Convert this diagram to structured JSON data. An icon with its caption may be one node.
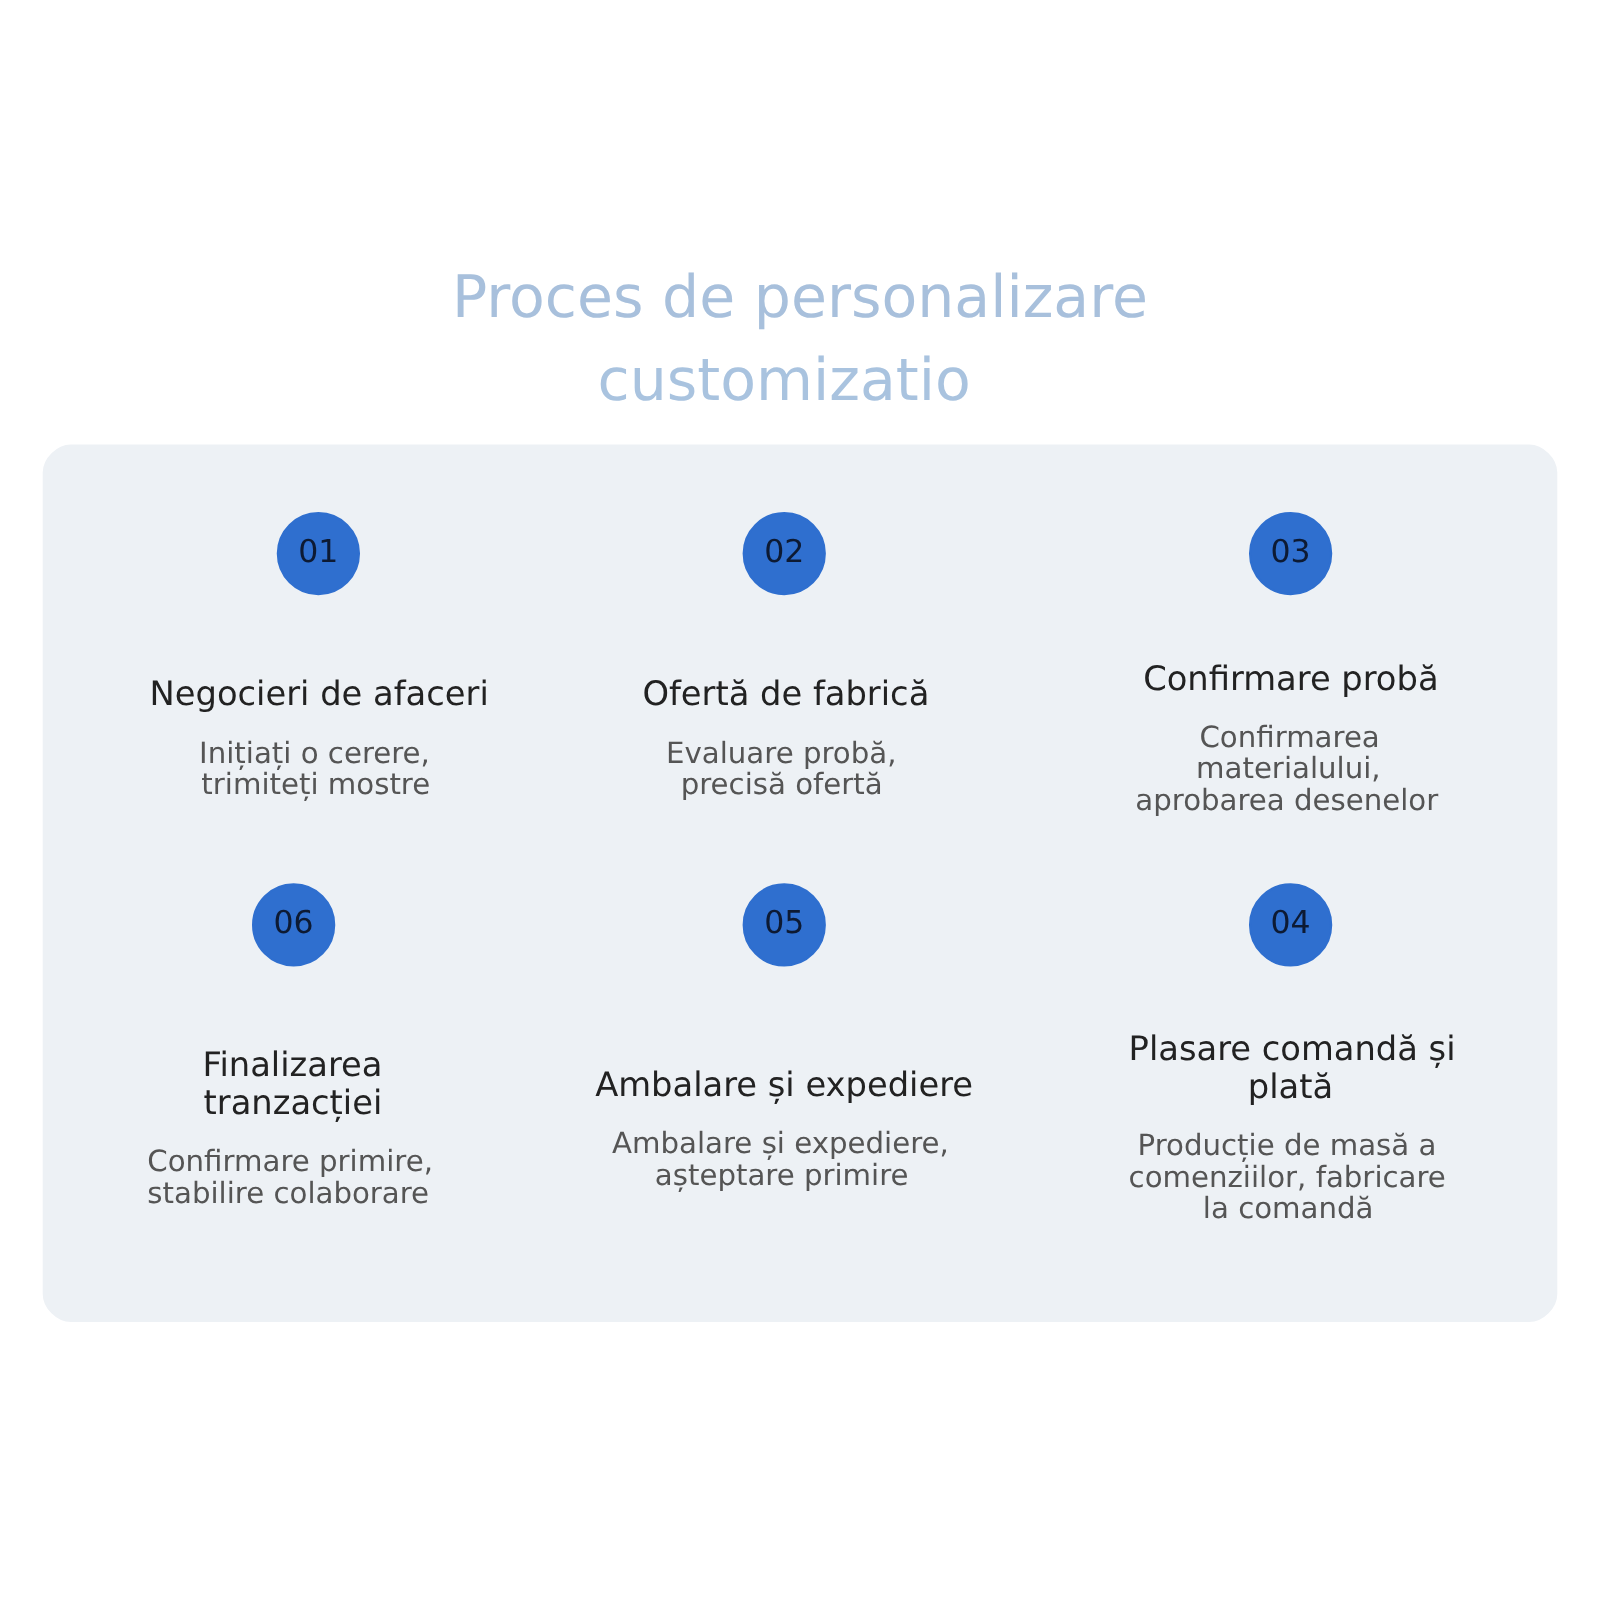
{
  "diagram": {
    "title": "Proces de personalizare",
    "nodes": [
      {
        "text": [],
        "shape": "box"
      },
      {
        "text": [
          "01"
        ],
        "in": 0,
        "beside": [
          "Negocieri de afaceri",
          "Inițiați o cerere, trimiteți mostre"
        ]
      },
      {
        "text": [
          "02"
        ],
        "in": 0,
        "beside": [
          "Ofertă de fabrică",
          "Evaluare probă, precisă ofertă"
        ]
      },
      {
        "text": [
          "03"
        ],
        "in": 0,
        "beside": [
          "Confirmare probă",
          "Confirmarea materialului, aprobarea desenelor"
        ]
      },
      {
        "text": [
          "06"
        ],
        "in": 0,
        "beside": [
          "Finalizarea tranzacției",
          "Confirmare primire, stabilire colaborare"
        ]
      },
      {
        "text": [
          "05"
        ],
        "in": 0,
        "beside": [
          "Ambalare și expediere",
          "Ambalare și expediere, așteptare primire"
        ]
      },
      {
        "text": [
          "04"
        ],
        "in": 0,
        "beside": [
          "Plasare comandă și plată",
          "Producție de masă a comenziilor, fabricare la comandă"
        ]
      }
    ],
    "edges": [],
    "labels": [
      "customizatio"
    ]
  }
}
